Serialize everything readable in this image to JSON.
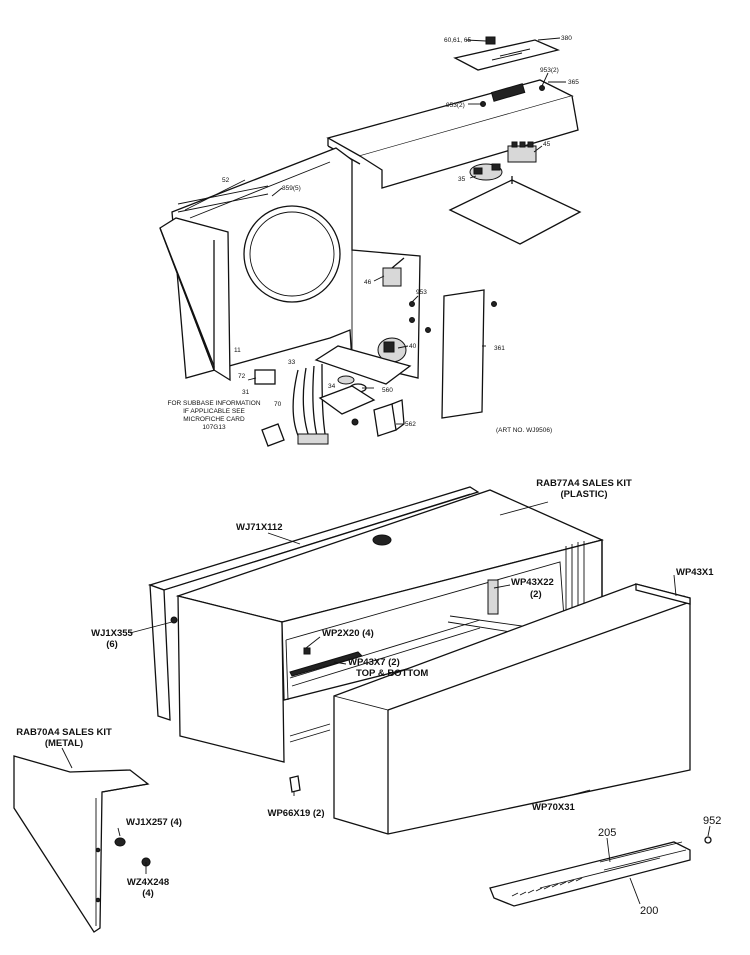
{
  "upper_assembly": {
    "callouts": {
      "c1": "60,61, 65",
      "c2": "380",
      "c3": "953(2)",
      "c4": "365",
      "c5": "953(2)",
      "c6": "45",
      "c7": "35",
      "c8": "52",
      "c9": "859(5)",
      "c10": "46",
      "c11": "953",
      "c12": "40",
      "c13": "361",
      "c14": "11",
      "c15": "33",
      "c16": "72",
      "c17": "31",
      "c18": "34",
      "c19": "560",
      "c20": "70",
      "c21": "562"
    },
    "subbase_note": [
      "FOR SUBBASE INFORMATION",
      "IF APPLICABLE SEE",
      "MICROFICHE CARD",
      "107G13"
    ],
    "art_no": "(ART NO. WJ9506)"
  },
  "lower_assembly": {
    "sales_kit_plastic": [
      "RAB77A4 SALES KIT",
      "(PLASTIC)"
    ],
    "wj71x112": "WJ71X112",
    "wp43x22": [
      "WP43X22",
      "(2)"
    ],
    "wp43x1": "WP43X1",
    "wj1x355": [
      "WJ1X355",
      "(6)"
    ],
    "wp2x20": "WP2X20 (4)",
    "wp43x7": [
      "WP43X7 (2)",
      "TOP & BOTTOM"
    ],
    "sales_kit_metal": [
      "RAB70A4 SALES KIT",
      "(METAL)"
    ],
    "wp66x19": "WP66X19 (2)",
    "wp70x31": "WP70X31",
    "wj1x257": "WJ1X257 (4)",
    "wz4x248": [
      "WZ4X248",
      "(4)"
    ],
    "n952": "952",
    "n205": "205",
    "n200": "200"
  }
}
